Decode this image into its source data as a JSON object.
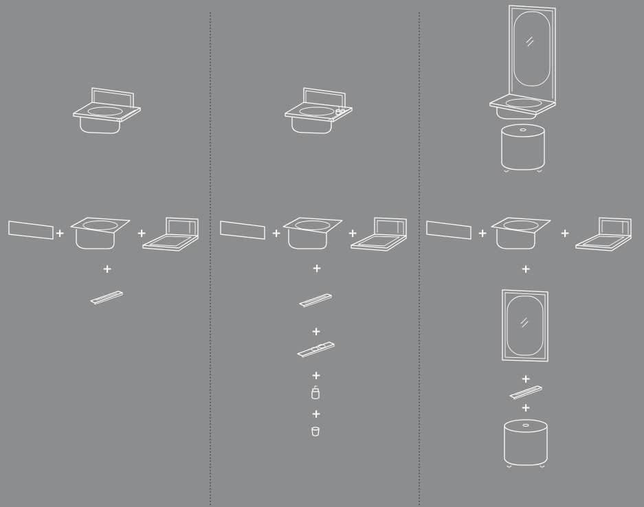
{
  "colors": {
    "background": "#8c8d8f",
    "line": "#ffffff",
    "divider": "#2e2f31"
  },
  "columns": [
    {
      "assembled": "basin-with-backsplash-and-shelf",
      "components_row": [
        "backsplash-panel",
        "oval-basin",
        "countertop-frame"
      ],
      "stack": [
        "shelf"
      ]
    },
    {
      "assembled": "basin-with-backsplash-shelf-and-tap",
      "components_row": [
        "backsplash-panel",
        "oval-basin",
        "countertop-frame"
      ],
      "stack": [
        "shelf",
        "dual-holder-tray",
        "tap-fixture",
        "cup"
      ]
    },
    {
      "assembled": "vanity-with-mirror-and-cabinet",
      "components_row": [
        "backsplash-panel",
        "oval-basin",
        "countertop-frame"
      ],
      "stack": [
        "mirror",
        "shelf",
        "oval-cabinet"
      ]
    }
  ],
  "plus_sign": "+"
}
